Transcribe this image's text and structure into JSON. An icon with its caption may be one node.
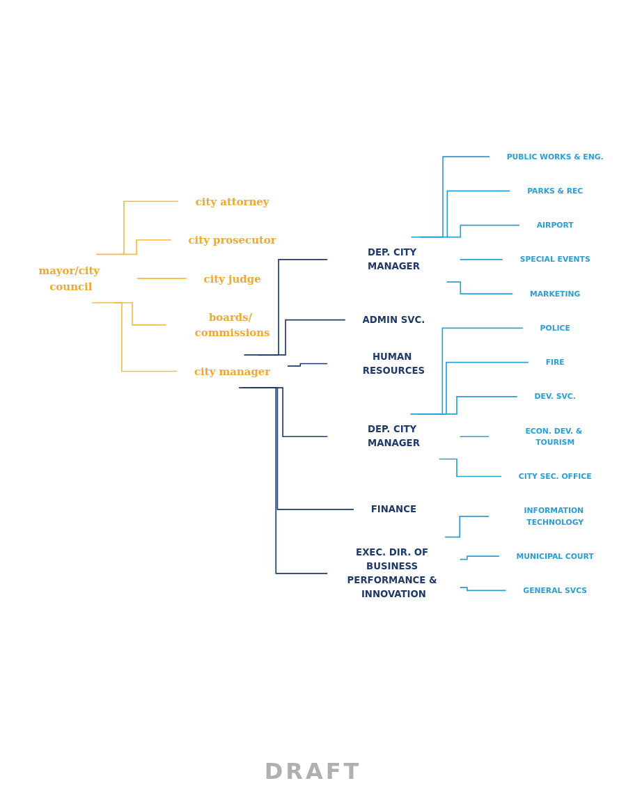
{
  "diagram": {
    "nodes": [
      {
        "text": [
          "mayor/city council"
        ]
      },
      {
        "text": [
          "city attorney"
        ]
      },
      {
        "text": [
          "city prosecutor"
        ]
      },
      {
        "text": [
          "city judge"
        ]
      },
      {
        "text": [
          "boards/ commissions"
        ]
      },
      {
        "text": [
          "city manager"
        ]
      },
      {
        "text": [
          "DEP. CITY MANAGER"
        ]
      },
      {
        "text": [
          "ADMIN SVC."
        ]
      },
      {
        "text": [
          "HUMAN RESOURCES"
        ]
      },
      {
        "text": [
          "DEP. CITY MANAGER"
        ]
      },
      {
        "text": [
          "FINANCE"
        ]
      },
      {
        "text": [
          "EXEC. DIR. OF BUSINESS PERFORMANCE & INNOVATION"
        ]
      },
      {
        "text": [
          "PUBLIC WORKS & ENG."
        ]
      },
      {
        "text": [
          "PARKS & REC"
        ]
      },
      {
        "text": [
          "AIRPORT"
        ]
      },
      {
        "text": [
          "SPECIAL EVENTS"
        ]
      },
      {
        "text": [
          "MARKETING"
        ]
      },
      {
        "text": [
          "POLICE"
        ]
      },
      {
        "text": [
          "FIRE"
        ]
      },
      {
        "text": [
          "DEV. SVC."
        ]
      },
      {
        "text": [
          "ECON. DEV. & TOURISM"
        ]
      },
      {
        "text": [
          "CITY SEC. OFFICE"
        ]
      },
      {
        "text": [
          "INFORMATION TECHNOLOGY"
        ]
      },
      {
        "text": [
          "MUNICIPAL COURT"
        ]
      },
      {
        "text": [
          "GENERAL SVCS"
        ]
      }
    ],
    "edges": [
      {
        "from": 0,
        "to": 1,
        "arrow": "none",
        "color": "#f5b94a"
      },
      {
        "from": 0,
        "to": 2,
        "arrow": "none",
        "color": "#f5b94a"
      },
      {
        "from": 0,
        "to": 3,
        "arrow": "none",
        "color": "#f5b94a"
      },
      {
        "from": 0,
        "to": 4,
        "arrow": "none",
        "color": "#f5b94a"
      },
      {
        "from": 0,
        "to": 5,
        "arrow": "none",
        "color": "#f5b94a"
      },
      {
        "from": 5,
        "to": 6,
        "arrow": "none",
        "color": "#1f3a68"
      },
      {
        "from": 5,
        "to": 7,
        "arrow": "none",
        "color": "#1f3a68"
      },
      {
        "from": 5,
        "to": 8,
        "arrow": "none",
        "color": "#1f3a68"
      },
      {
        "from": 5,
        "to": 9,
        "arrow": "none",
        "color": "#1f3a68"
      },
      {
        "from": 5,
        "to": 10,
        "arrow": "none",
        "color": "#1f3a68"
      },
      {
        "from": 5,
        "to": 11,
        "arrow": "none",
        "color": "#1f3a68"
      },
      {
        "from": 6,
        "to": 12,
        "arrow": "none"
      },
      {
        "from": 6,
        "to": 13,
        "arrow": "none"
      },
      {
        "from": 6,
        "to": 14,
        "arrow": "none"
      },
      {
        "from": 6,
        "to": 15,
        "arrow": "none"
      },
      {
        "from": 6,
        "to": 16,
        "arrow": "none"
      },
      {
        "from": 9,
        "to": 17,
        "arrow": "none"
      },
      {
        "from": 9,
        "to": 18,
        "arrow": "none"
      },
      {
        "from": 9,
        "to": 19,
        "arrow": "none"
      },
      {
        "from": 9,
        "to": 20,
        "arrow": "none"
      },
      {
        "from": 9,
        "to": 21,
        "arrow": "none"
      },
      {
        "from": 11,
        "to": 22,
        "arrow": "none"
      },
      {
        "from": 11,
        "to": 23,
        "arrow": "none"
      },
      {
        "from": 11,
        "to": 24,
        "arrow": "none"
      }
    ],
    "labels": [
      "DRAFT"
    ]
  }
}
